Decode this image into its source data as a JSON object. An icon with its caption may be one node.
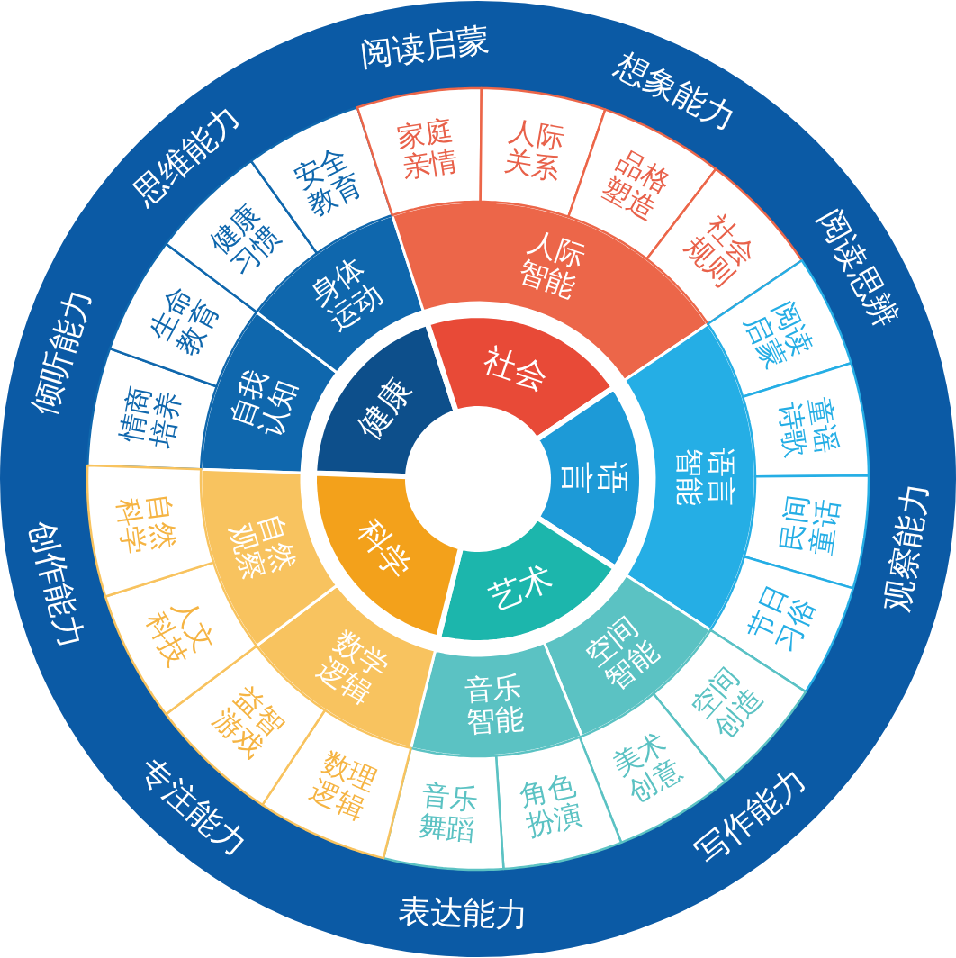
{
  "diagram": {
    "nodes": [
      {
        "text": [
          "健康"
        ]
      },
      {
        "text": [
          "社会"
        ]
      },
      {
        "text": [
          "语言"
        ]
      },
      {
        "text": [
          "艺术"
        ]
      },
      {
        "text": [
          "科学"
        ]
      },
      {
        "text": [
          "自我认知"
        ]
      },
      {
        "text": [
          "身体运动"
        ]
      },
      {
        "text": [
          "人际智能"
        ]
      },
      {
        "text": [
          "语言智能"
        ]
      },
      {
        "text": [
          "空间智能"
        ]
      },
      {
        "text": [
          "音乐智能"
        ]
      },
      {
        "text": [
          "数学逻辑"
        ]
      },
      {
        "text": [
          "自然观察"
        ]
      },
      {
        "text": [
          "情商培养"
        ]
      },
      {
        "text": [
          "生命教育"
        ]
      },
      {
        "text": [
          "健康习惯"
        ]
      },
      {
        "text": [
          "安全教育"
        ]
      },
      {
        "text": [
          "家庭亲情"
        ]
      },
      {
        "text": [
          "人际关系"
        ]
      },
      {
        "text": [
          "品格塑造"
        ]
      },
      {
        "text": [
          "社会规则"
        ]
      },
      {
        "text": [
          "阅读启蒙"
        ]
      },
      {
        "text": [
          "童谣诗歌"
        ]
      },
      {
        "text": [
          "民间童话"
        ]
      },
      {
        "text": [
          "节日习俗"
        ]
      },
      {
        "text": [
          "空间创造"
        ]
      },
      {
        "text": [
          "美术创意"
        ]
      },
      {
        "text": [
          "角色扮演"
        ]
      },
      {
        "text": [
          "音乐舞蹈"
        ]
      },
      {
        "text": [
          "数理逻辑"
        ]
      },
      {
        "text": [
          "益智游戏"
        ]
      },
      {
        "text": [
          "人文科技"
        ]
      },
      {
        "text": [
          "自然科学"
        ]
      }
    ],
    "labels": [
      "阅读启蒙",
      "想象能力",
      "阅读思辨",
      "观察能力",
      "写作能力",
      "表达能力",
      "专注能力",
      "创作能力",
      "倾听能力",
      "思维能力"
    ]
  }
}
